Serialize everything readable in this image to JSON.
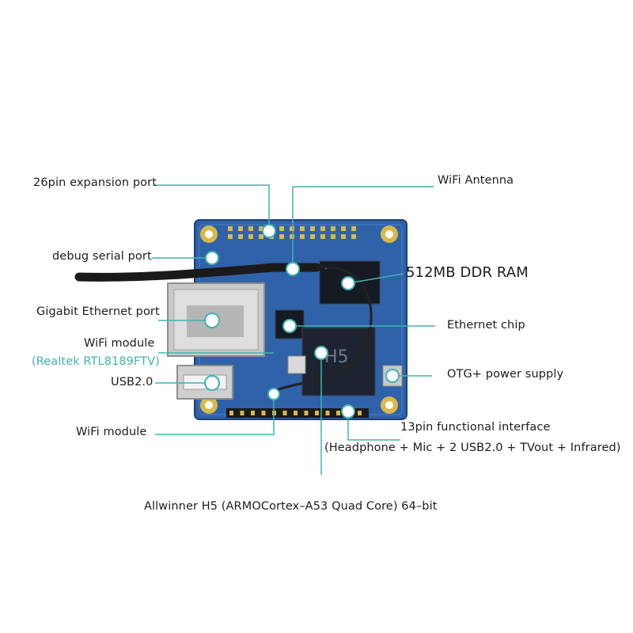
{
  "labels": {
    "expansion": "26pin expansion port",
    "antenna": "WiFi Antenna",
    "debug": "debug serial port",
    "ram": "512MB DDR RAM",
    "ethernet_port": "Gigabit Ethernet port",
    "ethernet_chip": "Ethernet chip",
    "wifi_module_top": "WiFi module",
    "wifi_module_chip": "(Realtek RTL8189FTV)",
    "usb": "USB2.0",
    "otg": "OTG+ power supply",
    "wifi_module_bottom": "WiFi module",
    "functional_interface": "13pin functional interface",
    "functional_detail": "(Headphone + Mic + 2 USB2.0 + TVout + Infrared)",
    "cpu": "Allwinner H5 (ARMOCortex–A53 Quad Core) 64–bit"
  },
  "board": {
    "chip_mark": "H5"
  },
  "colors": {
    "line": "#3fb3b0",
    "accent_text": "#3fb3b0",
    "pcb": "#2f62a8",
    "pcb_dark": "#1c3f7a",
    "gold": "#d9b84a"
  }
}
